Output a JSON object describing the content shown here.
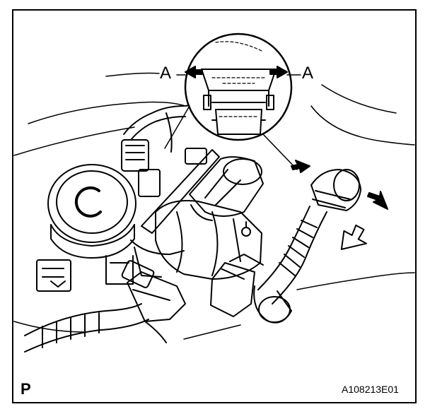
{
  "figure": {
    "callout_label_left": "A",
    "callout_label_right": "A",
    "corner_letter": "P",
    "figure_code": "A108213E01"
  },
  "colors": {
    "line": "#000000",
    "background": "#ffffff"
  },
  "icons": {
    "push_arrow": "solid-arrow-icon",
    "direction_arrow": "outline-arrow-icon"
  }
}
